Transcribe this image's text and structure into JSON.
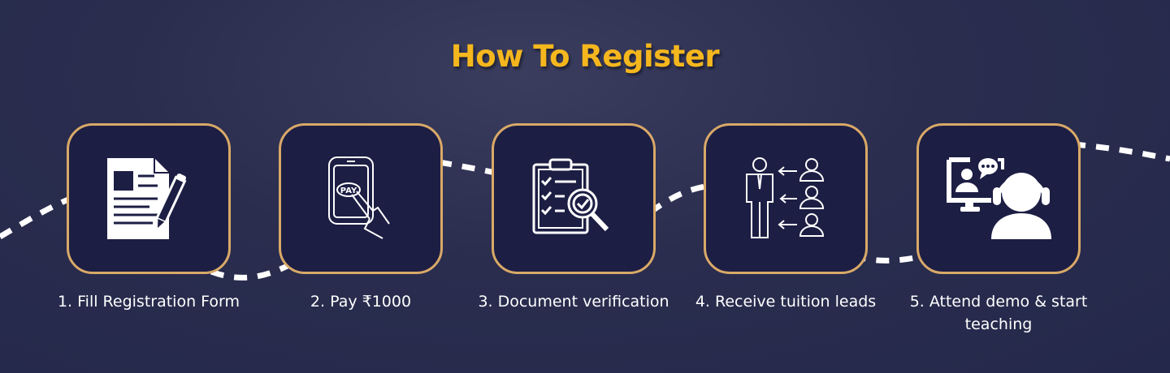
{
  "title": "How To Register",
  "steps": [
    {
      "label": "1. Fill Registration Form",
      "icon": "registration-form-icon"
    },
    {
      "label": "2. Pay ₹1000",
      "icon": "pay-phone-icon",
      "icon_text": "PAY"
    },
    {
      "label": "3. Document verification",
      "icon": "clipboard-verification-icon"
    },
    {
      "label": "4. Receive tuition leads",
      "icon": "tuition-leads-icon"
    },
    {
      "label": "5. Attend demo & start teaching",
      "icon": "online-teaching-icon"
    }
  ],
  "colors": {
    "accent": "#f5b71e",
    "border": "#d9a968",
    "box": "#1d1e44",
    "background": "#2a2d4e"
  }
}
